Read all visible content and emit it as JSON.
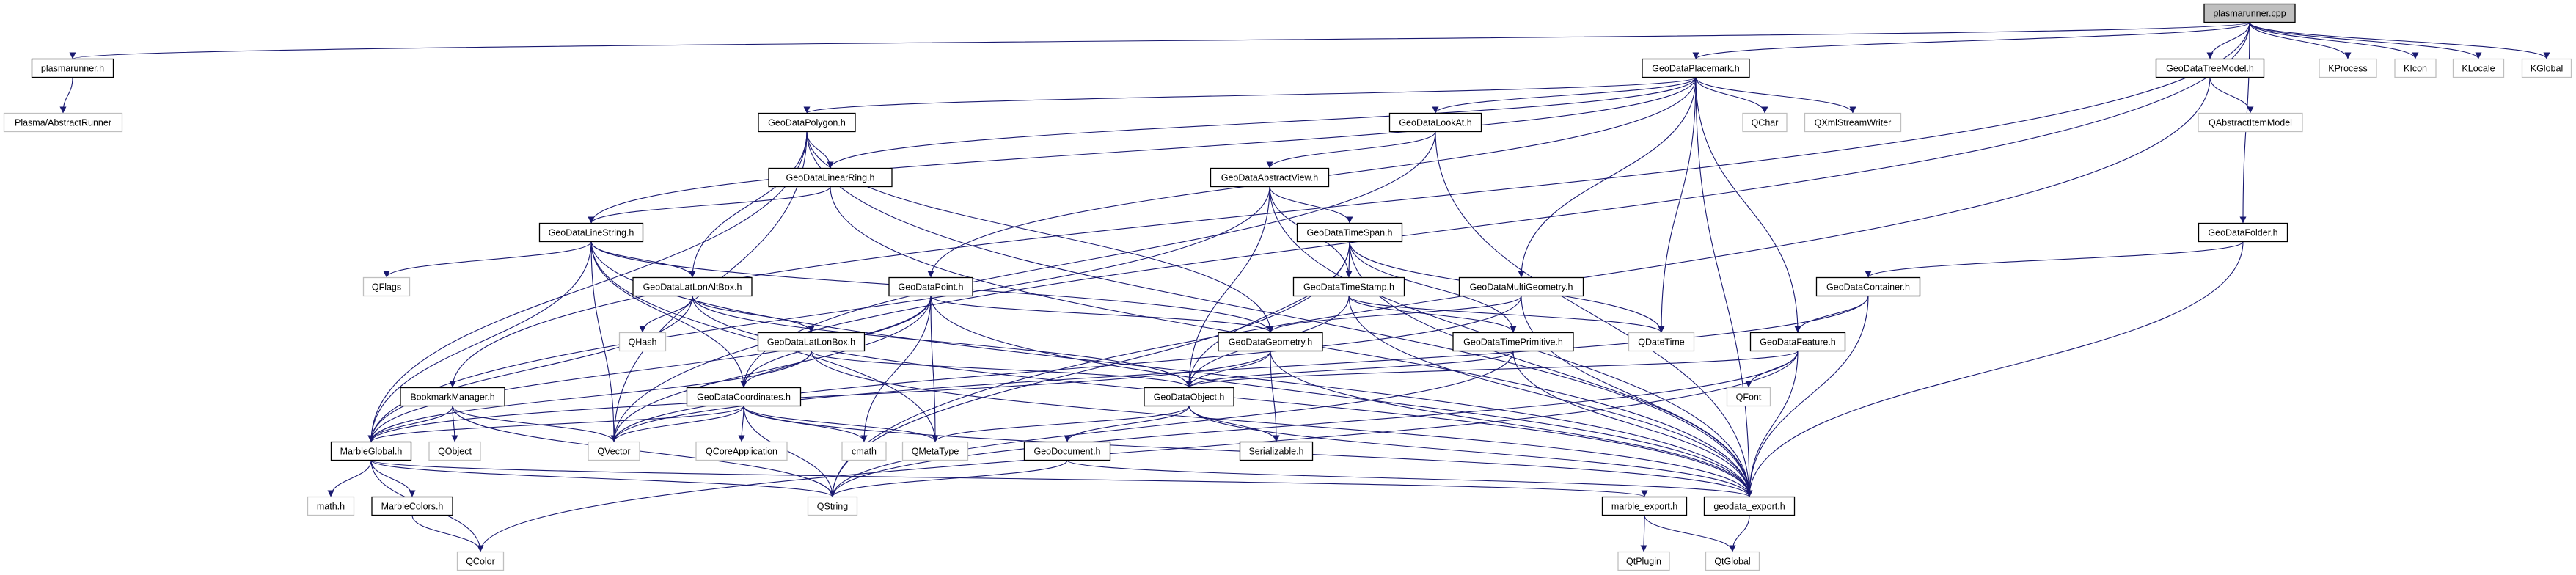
{
  "colors": {
    "edge": "#191970",
    "documented_border": "#000000",
    "external_border": "#bfbfbf",
    "root_fill": "#bfbfbf",
    "node_fill": "#ffffff"
  },
  "nodes": [
    {
      "label": "plasmarunner.cpp",
      "kind": "root"
    },
    {
      "label": "plasmarunner.h",
      "kind": "documented"
    },
    {
      "label": "Plasma/AbstractRunner",
      "kind": "external"
    },
    {
      "label": "GeoDataPlacemark.h",
      "kind": "documented"
    },
    {
      "label": "GeoDataTreeModel.h",
      "kind": "documented"
    },
    {
      "label": "KProcess",
      "kind": "external"
    },
    {
      "label": "KIcon",
      "kind": "external"
    },
    {
      "label": "KLocale",
      "kind": "external"
    },
    {
      "label": "KGlobal",
      "kind": "external"
    },
    {
      "label": "GeoDataPolygon.h",
      "kind": "documented"
    },
    {
      "label": "GeoDataLookAt.h",
      "kind": "documented"
    },
    {
      "label": "QChar",
      "kind": "external"
    },
    {
      "label": "QXmlStreamWriter",
      "kind": "external"
    },
    {
      "label": "QAbstractItemModel",
      "kind": "external"
    },
    {
      "label": "GeoDataLinearRing.h",
      "kind": "documented"
    },
    {
      "label": "GeoDataAbstractView.h",
      "kind": "documented"
    },
    {
      "label": "GeoDataLineString.h",
      "kind": "documented"
    },
    {
      "label": "GeoDataTimeSpan.h",
      "kind": "documented"
    },
    {
      "label": "GeoDataFolder.h",
      "kind": "documented"
    },
    {
      "label": "QFlags",
      "kind": "external"
    },
    {
      "label": "GeoDataLatLonAltBox.h",
      "kind": "documented"
    },
    {
      "label": "GeoDataPoint.h",
      "kind": "documented"
    },
    {
      "label": "GeoDataTimeStamp.h",
      "kind": "documented"
    },
    {
      "label": "GeoDataMultiGeometry.h",
      "kind": "documented"
    },
    {
      "label": "GeoDataContainer.h",
      "kind": "documented"
    },
    {
      "label": "QHash",
      "kind": "external"
    },
    {
      "label": "GeoDataLatLonBox.h",
      "kind": "documented"
    },
    {
      "label": "GeoDataGeometry.h",
      "kind": "documented"
    },
    {
      "label": "GeoDataTimePrimitive.h",
      "kind": "documented"
    },
    {
      "label": "QDateTime",
      "kind": "external"
    },
    {
      "label": "GeoDataFeature.h",
      "kind": "documented"
    },
    {
      "label": "BookmarkManager.h",
      "kind": "documented"
    },
    {
      "label": "GeoDataCoordinates.h",
      "kind": "documented"
    },
    {
      "label": "GeoDataObject.h",
      "kind": "documented"
    },
    {
      "label": "QFont",
      "kind": "external"
    },
    {
      "label": "MarbleGlobal.h",
      "kind": "documented"
    },
    {
      "label": "QObject",
      "kind": "external"
    },
    {
      "label": "QVector",
      "kind": "external"
    },
    {
      "label": "QCoreApplication",
      "kind": "external"
    },
    {
      "label": "cmath",
      "kind": "external"
    },
    {
      "label": "QMetaType",
      "kind": "external"
    },
    {
      "label": "GeoDocument.h",
      "kind": "documented"
    },
    {
      "label": "Serializable.h",
      "kind": "documented"
    },
    {
      "label": "math.h",
      "kind": "external"
    },
    {
      "label": "MarbleColors.h",
      "kind": "documented"
    },
    {
      "label": "QString",
      "kind": "external"
    },
    {
      "label": "marble_export.h",
      "kind": "documented"
    },
    {
      "label": "geodata_export.h",
      "kind": "documented"
    },
    {
      "label": "QColor",
      "kind": "external"
    },
    {
      "label": "QtPlugin",
      "kind": "external"
    },
    {
      "label": "QtGlobal",
      "kind": "external"
    }
  ],
  "edges": [
    [
      "plasmarunner.cpp",
      "plasmarunner.h"
    ],
    [
      "plasmarunner.cpp",
      "GeoDataPlacemark.h"
    ],
    [
      "plasmarunner.cpp",
      "GeoDataTreeModel.h"
    ],
    [
      "plasmarunner.cpp",
      "KProcess"
    ],
    [
      "plasmarunner.cpp",
      "KIcon"
    ],
    [
      "plasmarunner.cpp",
      "KLocale"
    ],
    [
      "plasmarunner.cpp",
      "KGlobal"
    ],
    [
      "plasmarunner.cpp",
      "GeoDataFolder.h"
    ],
    [
      "plasmarunner.cpp",
      "BookmarkManager.h"
    ],
    [
      "plasmarunner.cpp",
      "QVector"
    ],
    [
      "plasmarunner.h",
      "Plasma/AbstractRunner"
    ],
    [
      "GeoDataPlacemark.h",
      "GeoDataPolygon.h"
    ],
    [
      "GeoDataPlacemark.h",
      "GeoDataLinearRing.h"
    ],
    [
      "GeoDataPlacemark.h",
      "GeoDataLineString.h"
    ],
    [
      "GeoDataPlacemark.h",
      "GeoDataPoint.h"
    ],
    [
      "GeoDataPlacemark.h",
      "GeoDataLookAt.h"
    ],
    [
      "GeoDataPlacemark.h",
      "GeoDataMultiGeometry.h"
    ],
    [
      "GeoDataPlacemark.h",
      "GeoDataFeature.h"
    ],
    [
      "GeoDataPlacemark.h",
      "QChar"
    ],
    [
      "GeoDataPlacemark.h",
      "QXmlStreamWriter"
    ],
    [
      "GeoDataPlacemark.h",
      "QDateTime"
    ],
    [
      "GeoDataPlacemark.h",
      "geodata_export.h"
    ],
    [
      "GeoDataPolygon.h",
      "GeoDataLinearRing.h"
    ],
    [
      "GeoDataPolygon.h",
      "GeoDataLatLonAltBox.h"
    ],
    [
      "GeoDataPolygon.h",
      "MarbleGlobal.h"
    ],
    [
      "GeoDataPolygon.h",
      "QVector"
    ],
    [
      "GeoDataPolygon.h",
      "GeoDataGeometry.h"
    ],
    [
      "GeoDataPolygon.h",
      "geodata_export.h"
    ],
    [
      "GeoDataLinearRing.h",
      "GeoDataLineString.h"
    ],
    [
      "GeoDataLinearRing.h",
      "geodata_export.h"
    ],
    [
      "GeoDataLineString.h",
      "QFlags"
    ],
    [
      "GeoDataLineString.h",
      "GeoDataLatLonAltBox.h"
    ],
    [
      "GeoDataLineString.h",
      "MarbleGlobal.h"
    ],
    [
      "GeoDataLineString.h",
      "QVector"
    ],
    [
      "GeoDataLineString.h",
      "GeoDataCoordinates.h"
    ],
    [
      "GeoDataLineString.h",
      "GeoDataGeometry.h"
    ],
    [
      "GeoDataLineString.h",
      "QMetaType"
    ],
    [
      "GeoDataLineString.h",
      "geodata_export.h"
    ],
    [
      "GeoDataLatLonAltBox.h",
      "QHash"
    ],
    [
      "GeoDataLatLonAltBox.h",
      "GeoDataLatLonBox.h"
    ],
    [
      "GeoDataLatLonAltBox.h",
      "MarbleGlobal.h"
    ],
    [
      "GeoDataLatLonAltBox.h",
      "GeoDataObject.h"
    ],
    [
      "GeoDataLatLonAltBox.h",
      "geodata_export.h"
    ],
    [
      "GeoDataLatLonBox.h",
      "GeoDataCoordinates.h"
    ],
    [
      "GeoDataLatLonBox.h",
      "MarbleGlobal.h"
    ],
    [
      "GeoDataLatLonBox.h",
      "GeoDataObject.h"
    ],
    [
      "GeoDataLatLonBox.h",
      "geodata_export.h"
    ],
    [
      "BookmarkManager.h",
      "MarbleGlobal.h"
    ],
    [
      "BookmarkManager.h",
      "QObject"
    ],
    [
      "BookmarkManager.h",
      "QVector"
    ],
    [
      "BookmarkManager.h",
      "QString"
    ],
    [
      "GeoDataCoordinates.h",
      "MarbleGlobal.h"
    ],
    [
      "GeoDataCoordinates.h",
      "QVector"
    ],
    [
      "GeoDataCoordinates.h",
      "QCoreApplication"
    ],
    [
      "GeoDataCoordinates.h",
      "cmath"
    ],
    [
      "GeoDataCoordinates.h",
      "QMetaType"
    ],
    [
      "GeoDataCoordinates.h",
      "QString"
    ],
    [
      "GeoDataCoordinates.h",
      "geodata_export.h"
    ],
    [
      "MarbleGlobal.h",
      "math.h"
    ],
    [
      "MarbleGlobal.h",
      "MarbleColors.h"
    ],
    [
      "MarbleGlobal.h",
      "QColor"
    ],
    [
      "MarbleGlobal.h",
      "QString"
    ],
    [
      "MarbleGlobal.h",
      "marble_export.h"
    ],
    [
      "MarbleColors.h",
      "QColor"
    ],
    [
      "GeoDataLookAt.h",
      "GeoDataAbstractView.h"
    ],
    [
      "GeoDataLookAt.h",
      "GeoDataCoordinates.h"
    ],
    [
      "GeoDataLookAt.h",
      "geodata_export.h"
    ],
    [
      "GeoDataAbstractView.h",
      "GeoDataTimeSpan.h"
    ],
    [
      "GeoDataAbstractView.h",
      "GeoDataTimeStamp.h"
    ],
    [
      "GeoDataAbstractView.h",
      "GeoDataObject.h"
    ],
    [
      "GeoDataAbstractView.h",
      "MarbleGlobal.h"
    ],
    [
      "GeoDataAbstractView.h",
      "geodata_export.h"
    ],
    [
      "GeoDataTimeSpan.h",
      "GeoDataTimeStamp.h"
    ],
    [
      "GeoDataTimeSpan.h",
      "GeoDataObject.h"
    ],
    [
      "GeoDataTimeSpan.h",
      "GeoDataTimePrimitive.h"
    ],
    [
      "GeoDataTimeSpan.h",
      "QDateTime"
    ],
    [
      "GeoDataTimeSpan.h",
      "QString"
    ],
    [
      "GeoDataTimeSpan.h",
      "geodata_export.h"
    ],
    [
      "GeoDataTimeStamp.h",
      "GeoDataTimePrimitive.h"
    ],
    [
      "GeoDataTimeStamp.h",
      "GeoDataObject.h"
    ],
    [
      "GeoDataTimeStamp.h",
      "QDateTime"
    ],
    [
      "GeoDataTimeStamp.h",
      "geodata_export.h"
    ],
    [
      "GeoDataPoint.h",
      "GeoDataGeometry.h"
    ],
    [
      "GeoDataPoint.h",
      "GeoDataCoordinates.h"
    ],
    [
      "GeoDataPoint.h",
      "QVector"
    ],
    [
      "GeoDataPoint.h",
      "cmath"
    ],
    [
      "GeoDataPoint.h",
      "QMetaType"
    ],
    [
      "GeoDataPoint.h",
      "MarbleGlobal.h"
    ],
    [
      "GeoDataPoint.h",
      "geodata_export.h"
    ],
    [
      "GeoDataMultiGeometry.h",
      "GeoDataGeometry.h"
    ],
    [
      "GeoDataMultiGeometry.h",
      "QVector"
    ],
    [
      "GeoDataMultiGeometry.h",
      "geodata_export.h"
    ],
    [
      "GeoDataGeometry.h",
      "GeoDataObject.h"
    ],
    [
      "GeoDataGeometry.h",
      "Serializable.h"
    ],
    [
      "GeoDataGeometry.h",
      "geodata_export.h"
    ],
    [
      "GeoDataGeometry.h",
      "MarbleGlobal.h"
    ],
    [
      "GeoDataTimePrimitive.h",
      "GeoDataObject.h"
    ],
    [
      "GeoDataTimePrimitive.h",
      "QString"
    ],
    [
      "GeoDataTimePrimitive.h",
      "geodata_export.h"
    ],
    [
      "GeoDataObject.h",
      "GeoDocument.h"
    ],
    [
      "GeoDataObject.h",
      "Serializable.h"
    ],
    [
      "GeoDataObject.h",
      "QMetaType"
    ],
    [
      "GeoDataObject.h",
      "geodata_export.h"
    ],
    [
      "GeoDocument.h",
      "QString"
    ],
    [
      "GeoDocument.h",
      "geodata_export.h"
    ],
    [
      "marble_export.h",
      "QtPlugin"
    ],
    [
      "marble_export.h",
      "QtGlobal"
    ],
    [
      "geodata_export.h",
      "QtGlobal"
    ],
    [
      "GeoDataTreeModel.h",
      "QAbstractItemModel"
    ],
    [
      "GeoDataTreeModel.h",
      "QString"
    ],
    [
      "GeoDataFolder.h",
      "GeoDataContainer.h"
    ],
    [
      "GeoDataFolder.h",
      "geodata_export.h"
    ],
    [
      "GeoDataContainer.h",
      "GeoDataFeature.h"
    ],
    [
      "GeoDataContainer.h",
      "geodata_export.h"
    ],
    [
      "GeoDataContainer.h",
      "QVector"
    ],
    [
      "GeoDataFeature.h",
      "QFont"
    ],
    [
      "GeoDataFeature.h",
      "geodata_export.h"
    ],
    [
      "GeoDataFeature.h",
      "QString"
    ],
    [
      "GeoDataFeature.h",
      "QColor"
    ],
    [
      "GeoDataFeature.h",
      "GeoDataObject.h"
    ]
  ]
}
